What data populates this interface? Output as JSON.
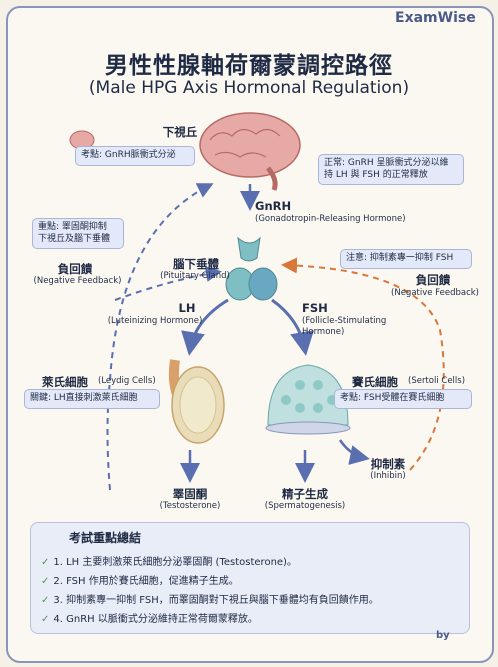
{
  "brand": "ExamWise",
  "title": "男性性腺軸荷爾蒙調控路徑",
  "subtitle": "(Male HPG Axis Hormonal Regulation)",
  "hypothalamus": {
    "label": "下視丘",
    "note": "考點: GnRH脈衝式分泌"
  },
  "gnrh_note": [
    "正常: GnRH 呈脈衝式分泌以維",
    "持 LH 與 FSH 的正常釋放"
  ],
  "gnrh": {
    "label": "GnRH",
    "sub": "(Gonadotropin-Releasing Hormone)"
  },
  "left_note": [
    "重點: 睪固酮抑制",
    "下視丘及腦下垂體"
  ],
  "right_note": "注意: 抑制素專一抑制 FSH",
  "neg_left": {
    "label": "負回饋",
    "sub": "(Negative Feedback)"
  },
  "neg_right": {
    "label": "負回饋",
    "sub": "(Negative Feedback)"
  },
  "pituitary": {
    "label": "腦下垂體",
    "sub": "(Pituitary Gland)"
  },
  "lh": {
    "label": "LH",
    "sub": "(Luteinizing Hormone)"
  },
  "fsh": {
    "label": "FSH",
    "sub1": "(Follicle-Stimulating",
    "sub2": "Hormone)"
  },
  "leydig": {
    "label": "萊氏細胞",
    "sub": "(Leydig Cells)",
    "note": "關鍵: LH直接刺激萊氏細胞"
  },
  "sertoli": {
    "label": "賽氏細胞",
    "sub": "(Sertoli Cells)",
    "note": "考點: FSH受體在賽氏細胞"
  },
  "testosterone": {
    "label": "睪固酮",
    "sub": "(Testosterone)"
  },
  "spermatogenesis": {
    "label": "精子生成",
    "sub": "(Spermatogenesis)"
  },
  "inhibin": {
    "label": "抑制素",
    "sub": "(Inhibin)"
  },
  "summary": {
    "title": "考試重點總結",
    "items": [
      "1. LH 主要刺激萊氏細胞分泌睪固酮 (Testosterone)。",
      "2. FSH 作用於賽氏細胞，促進精子生成。",
      "3. 抑制素專一抑制 FSH，而睪固酮對下視丘與腦下垂體均有負回饋作用。",
      "4. GnRH 以脈衝式分泌維持正常荷爾蒙釋放。"
    ]
  },
  "byline": "by",
  "colors": {
    "left_feedback": "#5a6fb0",
    "right_feedback": "#d9763a",
    "arrow": "#5a6fb0"
  }
}
